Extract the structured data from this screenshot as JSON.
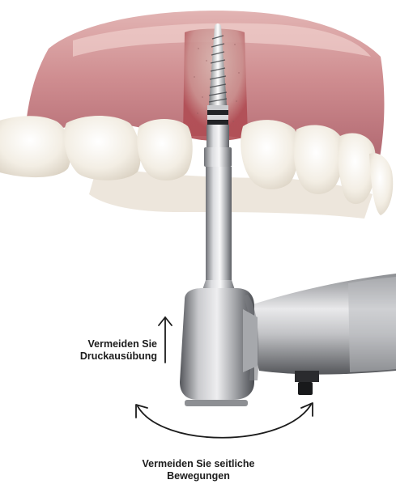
{
  "annotations": {
    "pressure": {
      "line1": "Vermeiden Sie",
      "line2": "Druckausübung"
    },
    "lateral": {
      "line1": "Vermeiden Sie seitliche",
      "line2": "Bewegungen"
    }
  },
  "colors": {
    "gum": "#c9868a",
    "gum_dark": "#a85a62",
    "tooth": "#f4efe6",
    "metal_light": "#e8e8ea",
    "metal_dark": "#6d6f74",
    "arrow": "#1c1c1c",
    "text": "#1c1c1c"
  },
  "icons": [
    "arrow-up-icon",
    "curved-double-arrow-icon"
  ]
}
